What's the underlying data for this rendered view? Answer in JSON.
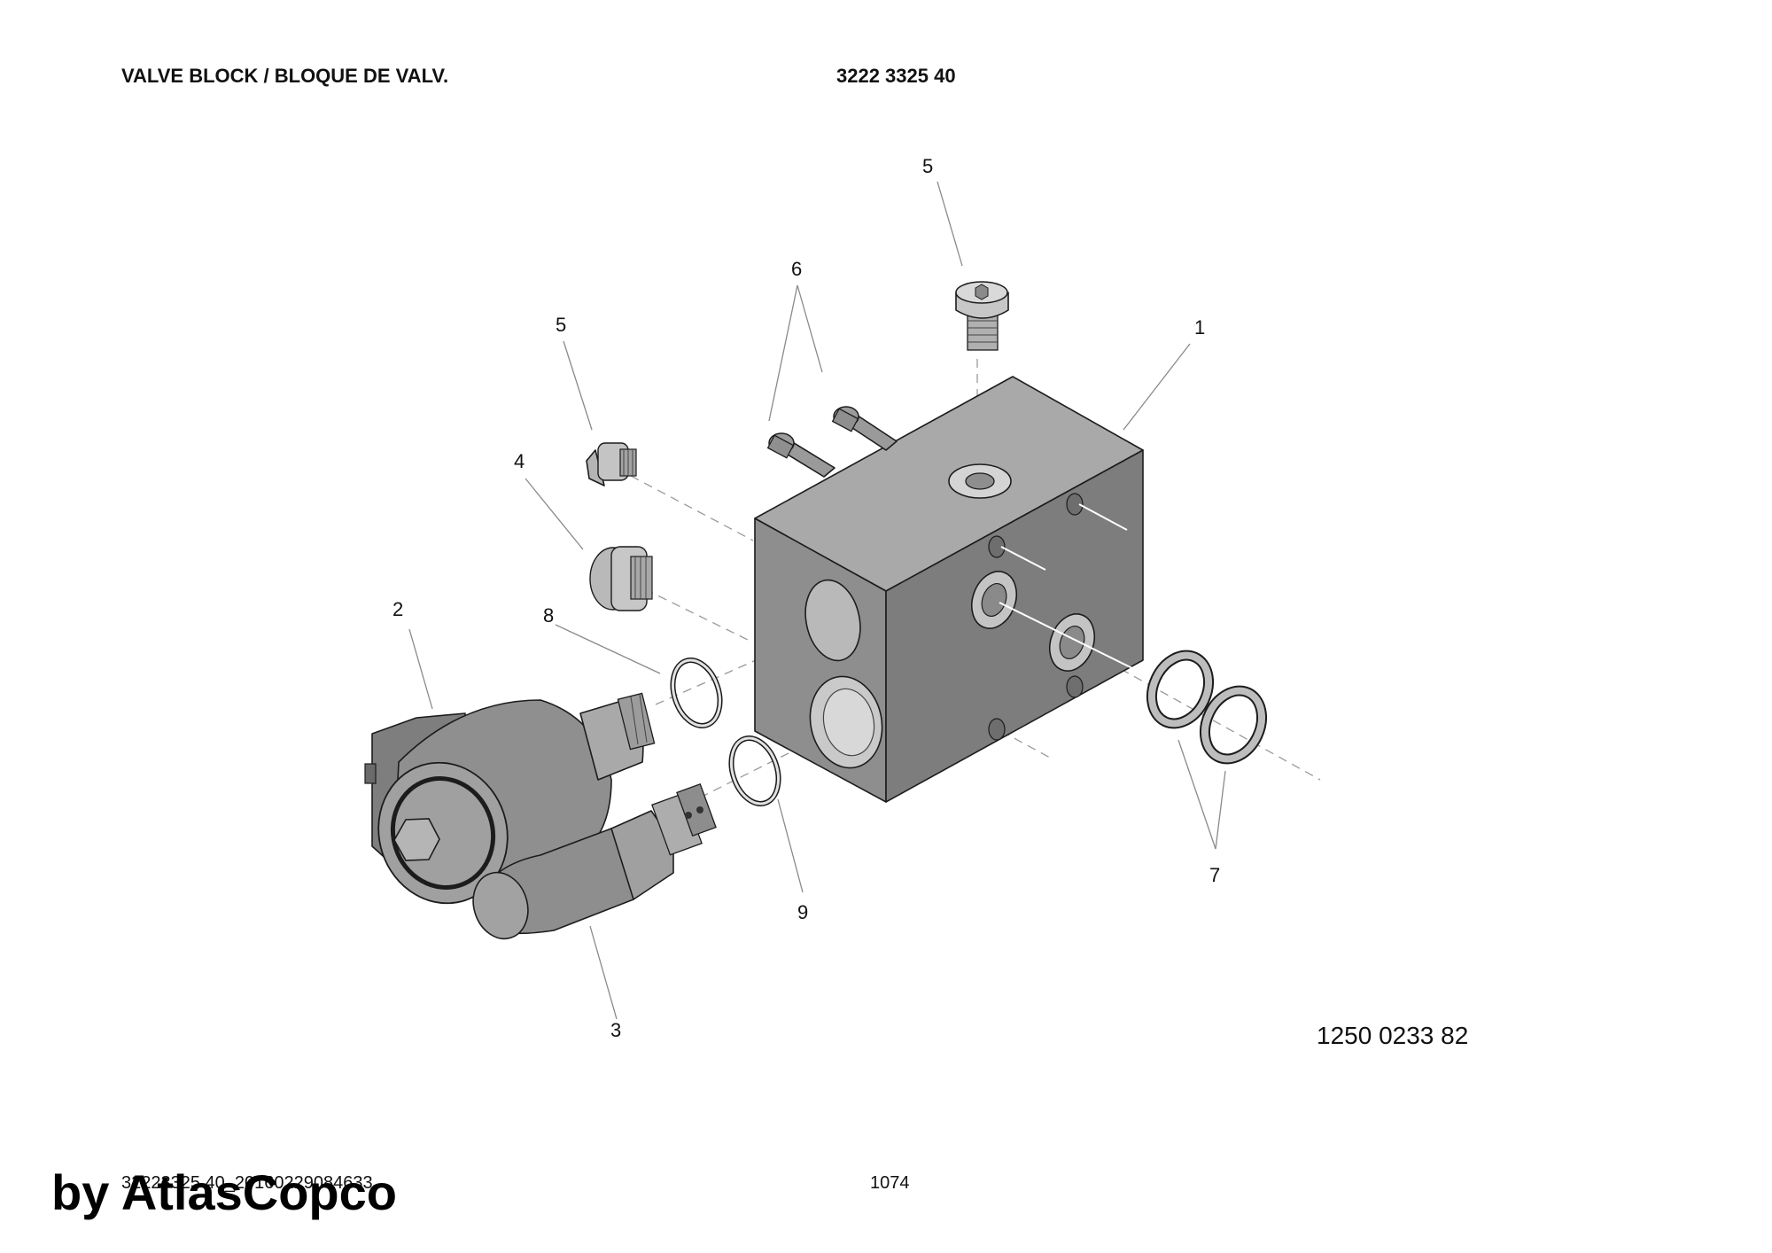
{
  "header": {
    "title": "VALVE BLOCK / BLOQUE DE VALV.",
    "part_number": "3222 3325 40"
  },
  "callouts": {
    "c1": "1",
    "c2": "2",
    "c3": "3",
    "c4": "4",
    "c5a": "5",
    "c5b": "5",
    "c6": "6",
    "c7": "7",
    "c8": "8",
    "c9": "9"
  },
  "reference_number": "1250 0233 82",
  "footer": {
    "code": "32223325 40_20160229084633",
    "page": "1074"
  },
  "watermark": "by AtlasCopco",
  "colors": {
    "body_front": "#8e8e8e",
    "body_top": "#a7a7a7",
    "body_side": "#7a7a7a",
    "seal": "#bdbdbd"
  }
}
